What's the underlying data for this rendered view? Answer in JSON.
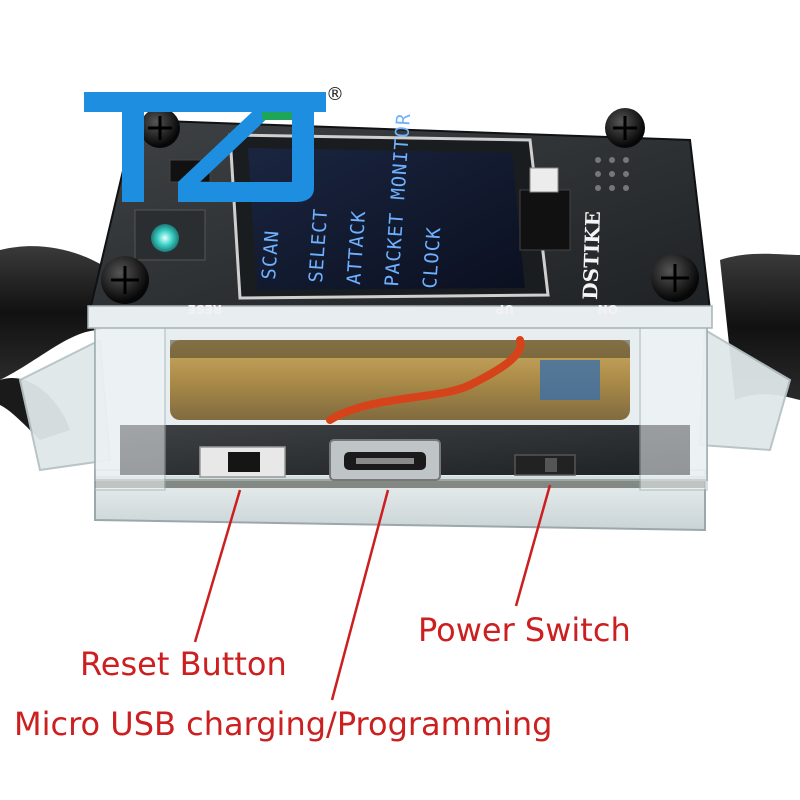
{
  "logo": {
    "text": "TZT",
    "registered_mark": "®",
    "color": "#1e8fe0",
    "icon": "tzt-logo-icon"
  },
  "device": {
    "brand_label": "DSTIKE",
    "silkscreen": {
      "reset": "RESE",
      "up": "UP",
      "on": "ON"
    },
    "screen_menu": [
      "SCAN",
      "SELECT",
      "ATTACK",
      "PACKET MONITOR",
      "CLOCK"
    ],
    "screen_text_color": "#6fb0ff",
    "led_color": "#3fd4c8"
  },
  "callouts": {
    "reset_button": "Reset Button",
    "micro_usb": "Micro USB charging/Programming",
    "power_switch": "Power Switch",
    "color": "#cc1f1f"
  }
}
